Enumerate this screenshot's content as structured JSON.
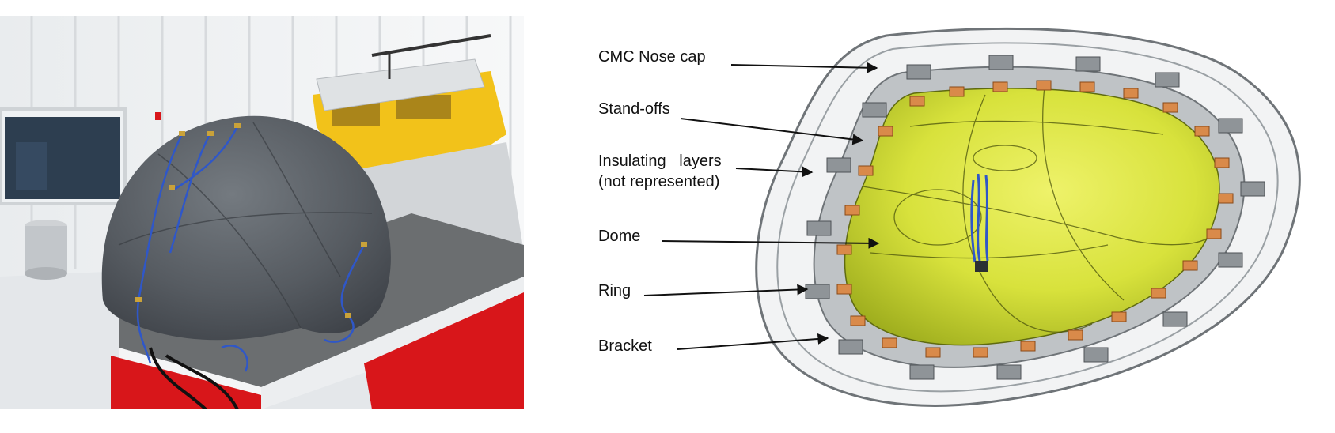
{
  "labels": {
    "nose_cap": "CMC Nose cap",
    "standoffs": "Stand-offs",
    "insulating_line1": "Insulating   layers",
    "insulating_line2": "(not represented)",
    "dome": "Dome",
    "ring": "Ring",
    "bracket": "Bracket"
  },
  "colors": {
    "dome_fill": "#d8e23c",
    "dome_shadow": "#9fae1e",
    "standoff": "#d98a4a",
    "ring_grey": "#bfc3c6",
    "shell_white": "#f2f3f4",
    "cable_blue": "#2f57c8",
    "photo_dome": "#5b6066",
    "rig_red": "#d8161a",
    "rig_yellow": "#f2c21a"
  },
  "photo": {
    "subject": "nose-cap-test-article-on-shaker"
  }
}
